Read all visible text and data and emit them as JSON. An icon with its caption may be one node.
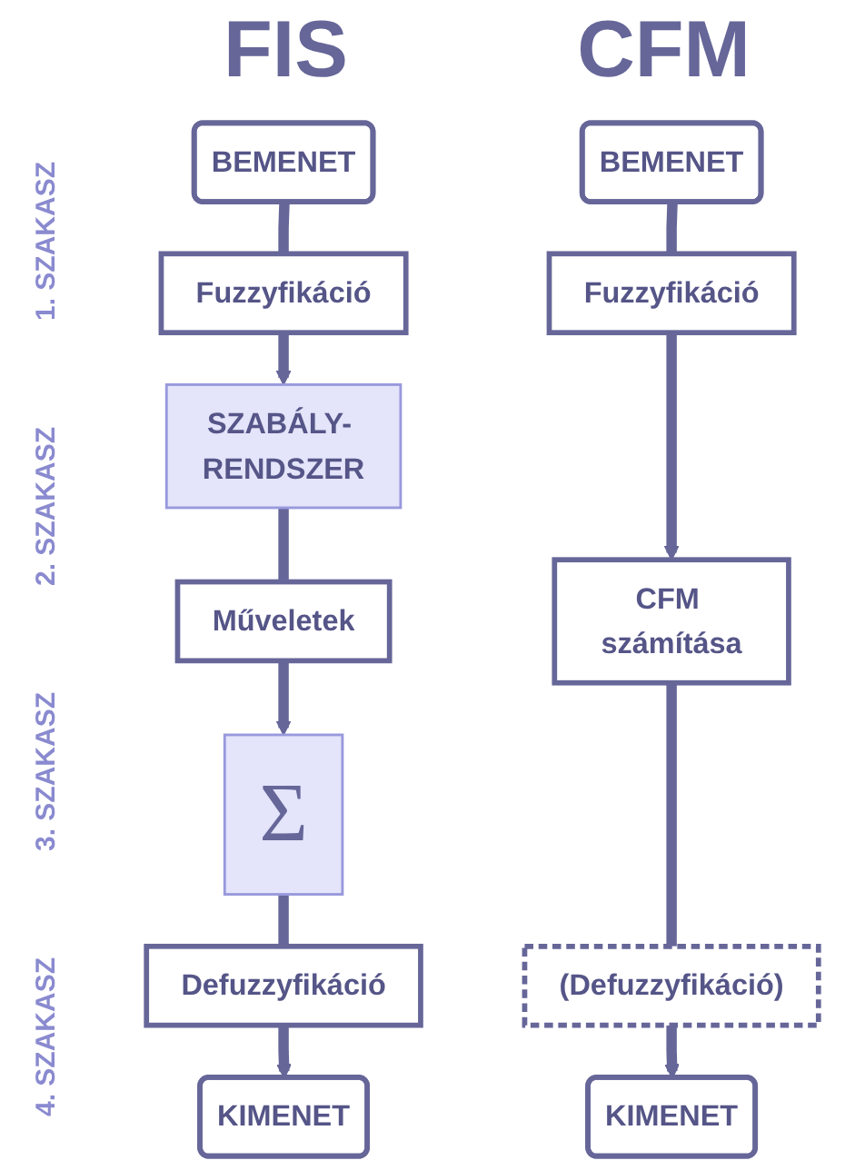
{
  "diagram": {
    "nodes": [
      {
        "text": [
          "BEMENET"
        ]
      },
      {
        "text": [
          "BEMENET"
        ]
      },
      {
        "text": [
          "Fuzzyfikáció"
        ]
      },
      {
        "text": [
          "Fuzzyfikáció"
        ]
      },
      {
        "text": [
          "SZABÁLY- RENDSZER"
        ]
      },
      {
        "text": [
          "CFM számítása"
        ]
      },
      {
        "text": [
          "Műveletek"
        ]
      },
      {
        "text": [
          "Σ"
        ]
      },
      {
        "text": [
          "Defuzzyfikáció"
        ]
      },
      {
        "text": [
          "(Defuzzyfikáció)"
        ]
      },
      {
        "text": [
          "KIMENET"
        ]
      },
      {
        "text": [
          "KIMENET"
        ]
      }
    ],
    "edges": [
      {
        "from": 0,
        "to": 2,
        "arrow": "none"
      },
      {
        "from": 2,
        "to": 4,
        "arrow": "to"
      },
      {
        "from": 4,
        "to": 6,
        "arrow": "none"
      },
      {
        "from": 6,
        "to": 7,
        "arrow": "to"
      },
      {
        "from": 7,
        "to": 8,
        "arrow": "none"
      },
      {
        "from": 8,
        "to": 10,
        "arrow": "to"
      },
      {
        "from": 1,
        "to": 3,
        "arrow": "none"
      },
      {
        "from": 3,
        "to": 5,
        "arrow": "to"
      },
      {
        "from": 5,
        "to": 9,
        "arrow": "none"
      },
      {
        "from": 9,
        "to": 11,
        "arrow": "to"
      }
    ],
    "labels": [
      "FIS",
      "CFM",
      "1. SZAKASZ",
      "2. SZAKASZ",
      "3. SZAKASZ",
      "4. SZAKASZ"
    ]
  }
}
